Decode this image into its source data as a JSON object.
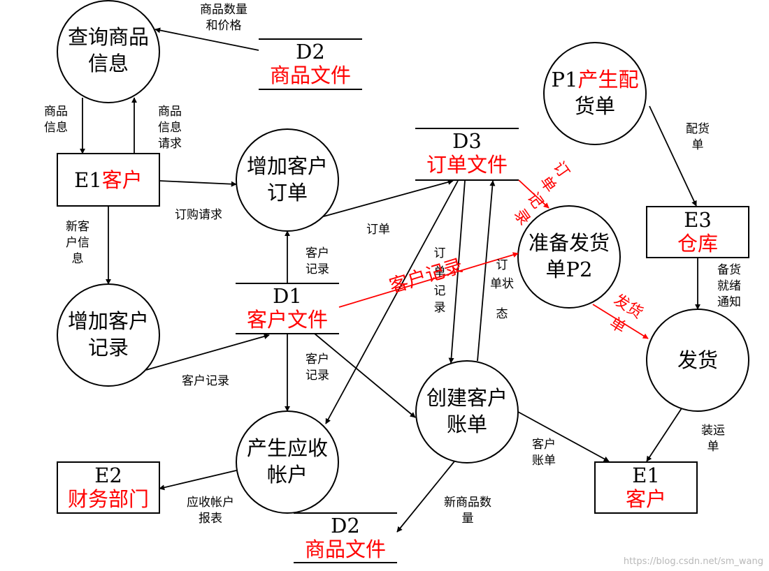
{
  "processes": {
    "query": [
      "查询商品",
      "信息"
    ],
    "add_order": [
      "增加客户",
      "订单"
    ],
    "add_record": [
      "增加客户",
      "记录"
    ],
    "receivable": [
      "产生应收",
      "帐户"
    ],
    "bill": [
      "创建客户",
      "账单"
    ],
    "prepare": [
      "准备发货",
      "单P2"
    ],
    "ship": "发货",
    "p1_prefix": "P1",
    "p1_red": "产生配",
    "p1_line2": "货单"
  },
  "entities": {
    "e1_top_prefix": "E1",
    "e1_top_red": "客户",
    "e2_id": "E2",
    "e2_name": "财务部门",
    "e3_id": "E3",
    "e3_name": "仓库",
    "e1_bottom_id": "E1",
    "e1_bottom_name": "客户"
  },
  "stores": {
    "d2_top_id": "D2",
    "d2_top_name": "商品文件",
    "d3_id": "D3",
    "d3_name": "订单文件",
    "d1_id": "D1",
    "d1_name": "客户文件",
    "d2_bottom_id": "D2",
    "d2_bottom_name": "商品文件"
  },
  "flows": {
    "qty_price": [
      "商品数量",
      "和价格"
    ],
    "goods_info": [
      "商品",
      "信息"
    ],
    "goods_info_request": [
      "商品",
      "信息",
      "请求"
    ],
    "order_request": "订购请求",
    "new_customer_info": [
      "新客",
      "户信",
      "息"
    ],
    "order": "订单",
    "customer_record_up": [
      "客户",
      "记录"
    ],
    "customer_record_low": "客户记录",
    "customer_record_down": [
      "客户",
      "记录"
    ],
    "order_record": [
      "订",
      "单",
      "记",
      "录"
    ],
    "order_status": [
      "订",
      "单状",
      "态"
    ],
    "dispatch": [
      "配货",
      "单"
    ],
    "ready_notice": [
      "备货",
      "就绪",
      "通知"
    ],
    "shipping_note": [
      "装运",
      "单"
    ],
    "customer_bill": [
      "客户",
      "账单"
    ],
    "receivable_report": [
      "应收帐户",
      "报表"
    ],
    "new_goods_qty": [
      "新商品数",
      "量"
    ]
  },
  "red_annotations": {
    "order_record": [
      "订",
      "单",
      "记",
      "录"
    ],
    "customer_record": "客户记录",
    "ship_note": [
      "发货",
      "单"
    ]
  },
  "watermark": "https://blog.csdn.net/sm_wang",
  "colors": {
    "line": "#000000",
    "highlight": "#ff0000"
  }
}
